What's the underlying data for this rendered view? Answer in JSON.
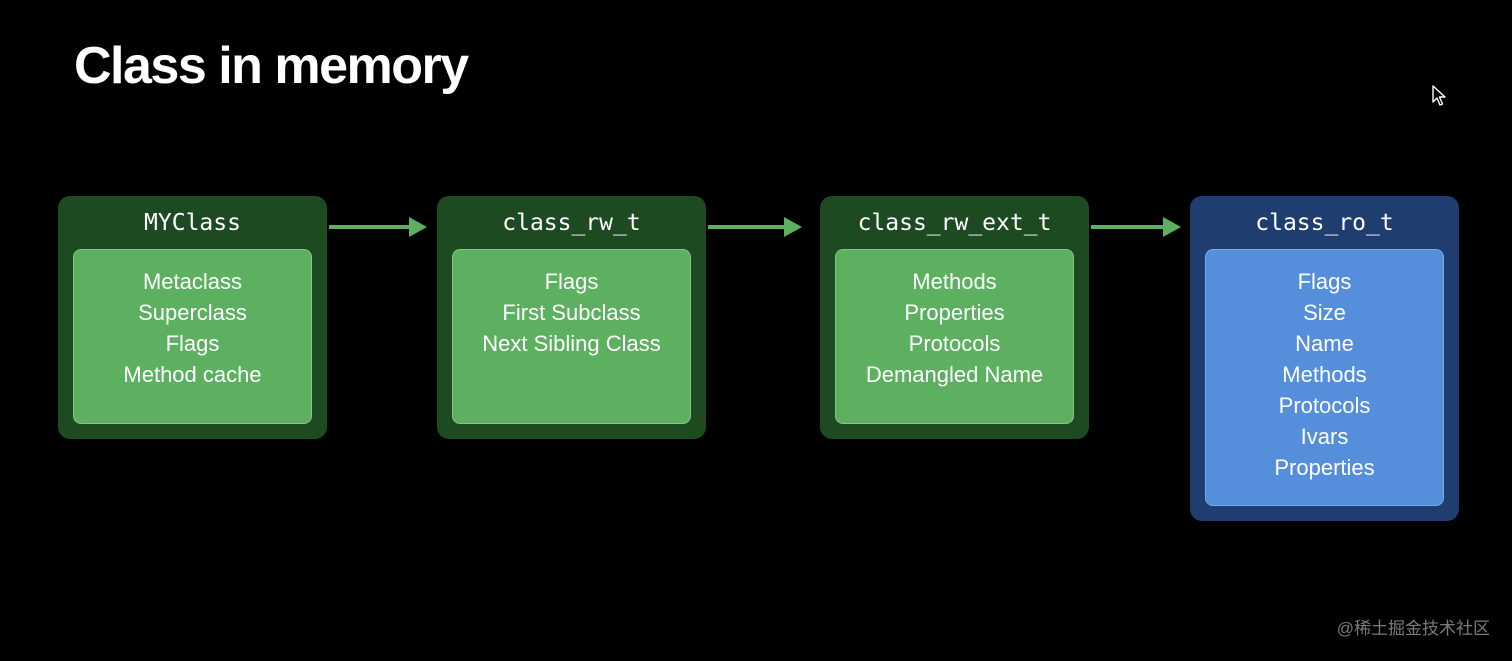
{
  "title": "Class in memory",
  "boxes": [
    {
      "name": "MYClass",
      "fields": [
        "Metaclass",
        "Superclass",
        "Flags",
        "Method cache"
      ]
    },
    {
      "name": "class_rw_t",
      "fields": [
        "Flags",
        "First Subclass",
        "Next Sibling Class"
      ]
    },
    {
      "name": "class_rw_ext_t",
      "fields": [
        "Methods",
        "Properties",
        "Protocols",
        "Demangled Name"
      ]
    },
    {
      "name": "class_ro_t",
      "fields": [
        "Flags",
        "Size",
        "Name",
        "Methods",
        "Protocols",
        "Ivars",
        "Properties"
      ]
    }
  ],
  "colors": {
    "background": "#000000",
    "green_outer": "#1e4a22",
    "green_inner": "#5cb060",
    "blue_outer": "#1f3d6e",
    "blue_inner": "#558fdb",
    "arrow": "#5cb060"
  },
  "icons": [
    "mouse-cursor-icon"
  ],
  "watermark": "@稀土掘金技术社区"
}
